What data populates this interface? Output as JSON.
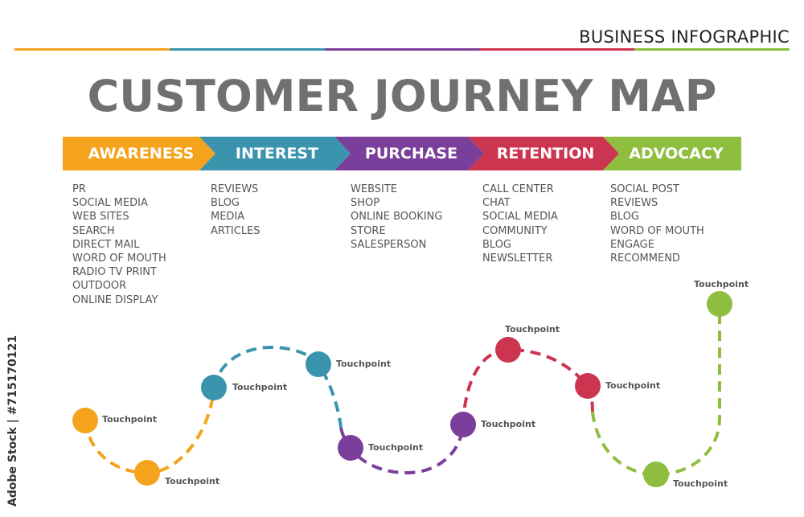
{
  "header": {
    "label": "BUSINESS INFOGRAPHIC"
  },
  "title": "CUSTOMER JOURNEY MAP",
  "colors": {
    "awareness": "#f5a21c",
    "interest": "#3a94ad",
    "purchase": "#7a3f9a",
    "retention": "#cc3550",
    "advocacy": "#8fbe3f"
  },
  "stages": [
    {
      "label": "AWARENESS",
      "color": "#f5a21c",
      "items": [
        "PR",
        "SOCIAL MEDIA",
        "WEB SITES",
        "SEARCH",
        "DIRECT MAIL",
        "WORD OF MOUTH",
        "RADIO TV PRINT",
        "OUTDOOR",
        "ONLINE DISPLAY"
      ]
    },
    {
      "label": "INTEREST",
      "color": "#3a94ad",
      "items": [
        "REVIEWS",
        "BLOG",
        "MEDIA",
        "ARTICLES"
      ]
    },
    {
      "label": "PURCHASE",
      "color": "#7a3f9a",
      "items": [
        "WEBSITE",
        "SHOP",
        "ONLINE BOOKING",
        "STORE",
        "SALESPERSON"
      ]
    },
    {
      "label": "RETENTION",
      "color": "#cc3550",
      "items": [
        "CALL CENTER",
        "CHAT",
        "SOCIAL MEDIA",
        "COMMUNITY",
        "BLOG",
        "NEWSLETTER"
      ]
    },
    {
      "label": "ADVOCACY",
      "color": "#8fbe3f",
      "items": [
        "SOCIAL POST",
        "REVIEWS",
        "BLOG",
        "WORD OF MOUTH",
        "ENGAGE",
        "RECOMMEND"
      ]
    }
  ],
  "touchpoint_label": "Touchpoint",
  "touchpoints": [
    {
      "label": "Touchpoint",
      "stage": "awareness"
    },
    {
      "label": "Touchpoint",
      "stage": "awareness"
    },
    {
      "label": "Touchpoint",
      "stage": "interest"
    },
    {
      "label": "Touchpoint",
      "stage": "interest"
    },
    {
      "label": "Touchpoint",
      "stage": "purchase"
    },
    {
      "label": "Touchpoint",
      "stage": "purchase"
    },
    {
      "label": "Touchpoint",
      "stage": "retention"
    },
    {
      "label": "Touchpoint",
      "stage": "retention"
    },
    {
      "label": "Touchpoint",
      "stage": "advocacy"
    },
    {
      "label": "Touchpoint",
      "stage": "advocacy"
    }
  ],
  "watermark_credit": "Adobe Stock | #715170121"
}
